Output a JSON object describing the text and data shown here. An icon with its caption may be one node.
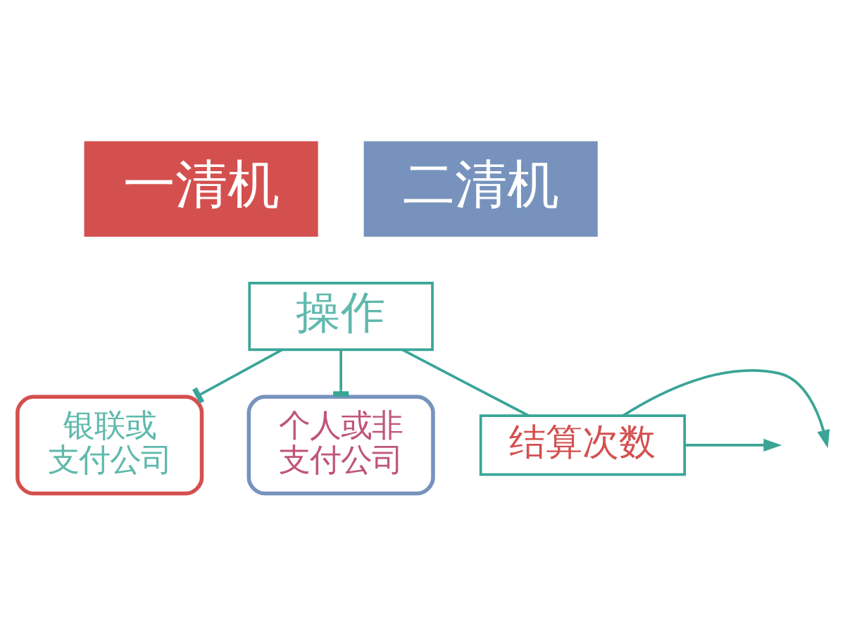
{
  "diagram": {
    "nodes": [
      {
        "text": [
          "一清机"
        ]
      },
      {
        "text": [
          "二清机"
        ]
      },
      {
        "text": [
          "操作"
        ]
      },
      {
        "text": [
          "银联或支付公司"
        ]
      },
      {
        "text": [
          "个人或非支付公司"
        ]
      },
      {
        "text": [
          "结算次数"
        ]
      }
    ],
    "edges": [
      {
        "from": 2,
        "to": 3,
        "arrow": "other"
      },
      {
        "from": 2,
        "to": 4,
        "arrow": "other"
      },
      {
        "from": 2,
        "to": 5,
        "arrow": "none"
      },
      {
        "from": 5,
        "to": null,
        "arrow": "to"
      },
      {
        "from": 5,
        "to": null,
        "arrow": "to"
      }
    ]
  }
}
